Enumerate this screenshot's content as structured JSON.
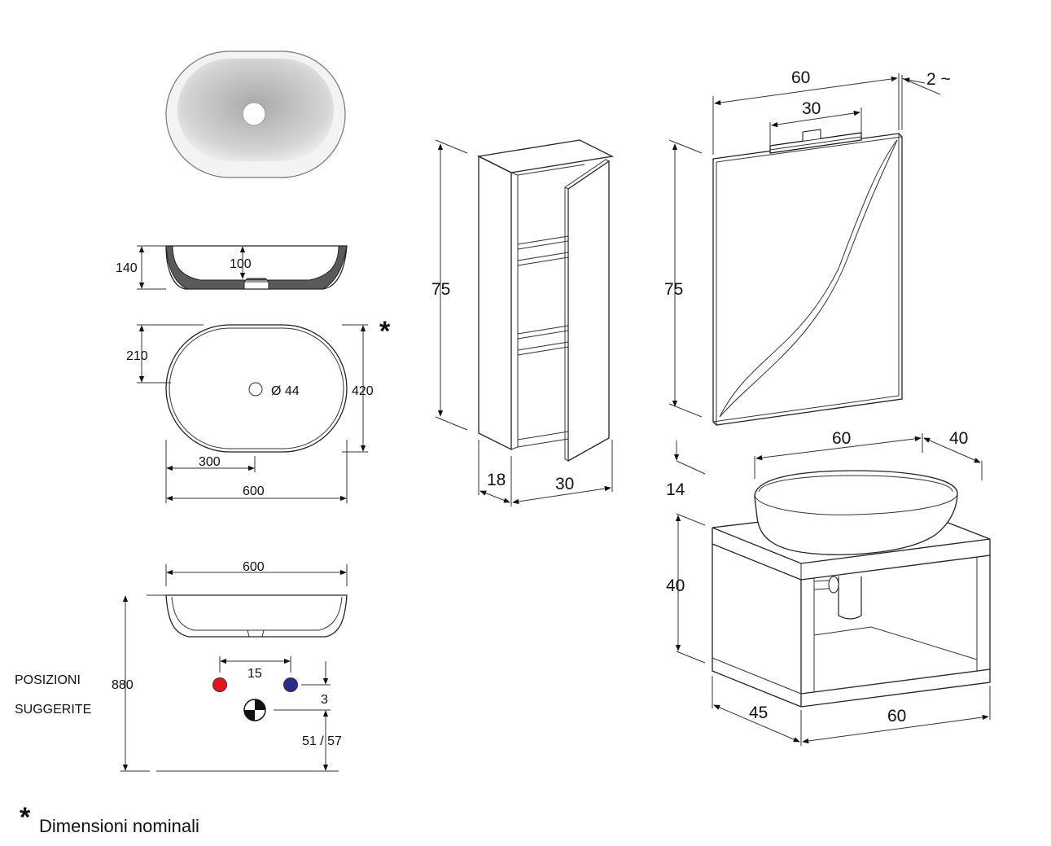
{
  "basin": {
    "section": {
      "height": "140",
      "depth": "100"
    },
    "plan": {
      "half_width": "210",
      "width": "420",
      "drain": "Ø 44",
      "half_length": "300",
      "length": "600",
      "asterisk": "*"
    },
    "elevation": {
      "length": "600",
      "height": "880"
    }
  },
  "taps": {
    "label_line1": "POSIZIONI",
    "label_line2": "SUGGERITE",
    "spacing": "15",
    "offset": "3",
    "drain_height": "51 / 57",
    "hot_color": "#e8141c",
    "cold_color": "#2b2b8c"
  },
  "column": {
    "height": "75",
    "depth": "18",
    "width": "30"
  },
  "mirror": {
    "width": "60",
    "lamp": "30",
    "thickness": "2 ~",
    "height": "75"
  },
  "vanity": {
    "basin_width": "60",
    "basin_depth": "40",
    "basin_height": "14",
    "unit_height": "40",
    "depth": "45",
    "width": "60"
  },
  "footnote": {
    "asterisk": "*",
    "text": "Dimensioni nominali"
  }
}
